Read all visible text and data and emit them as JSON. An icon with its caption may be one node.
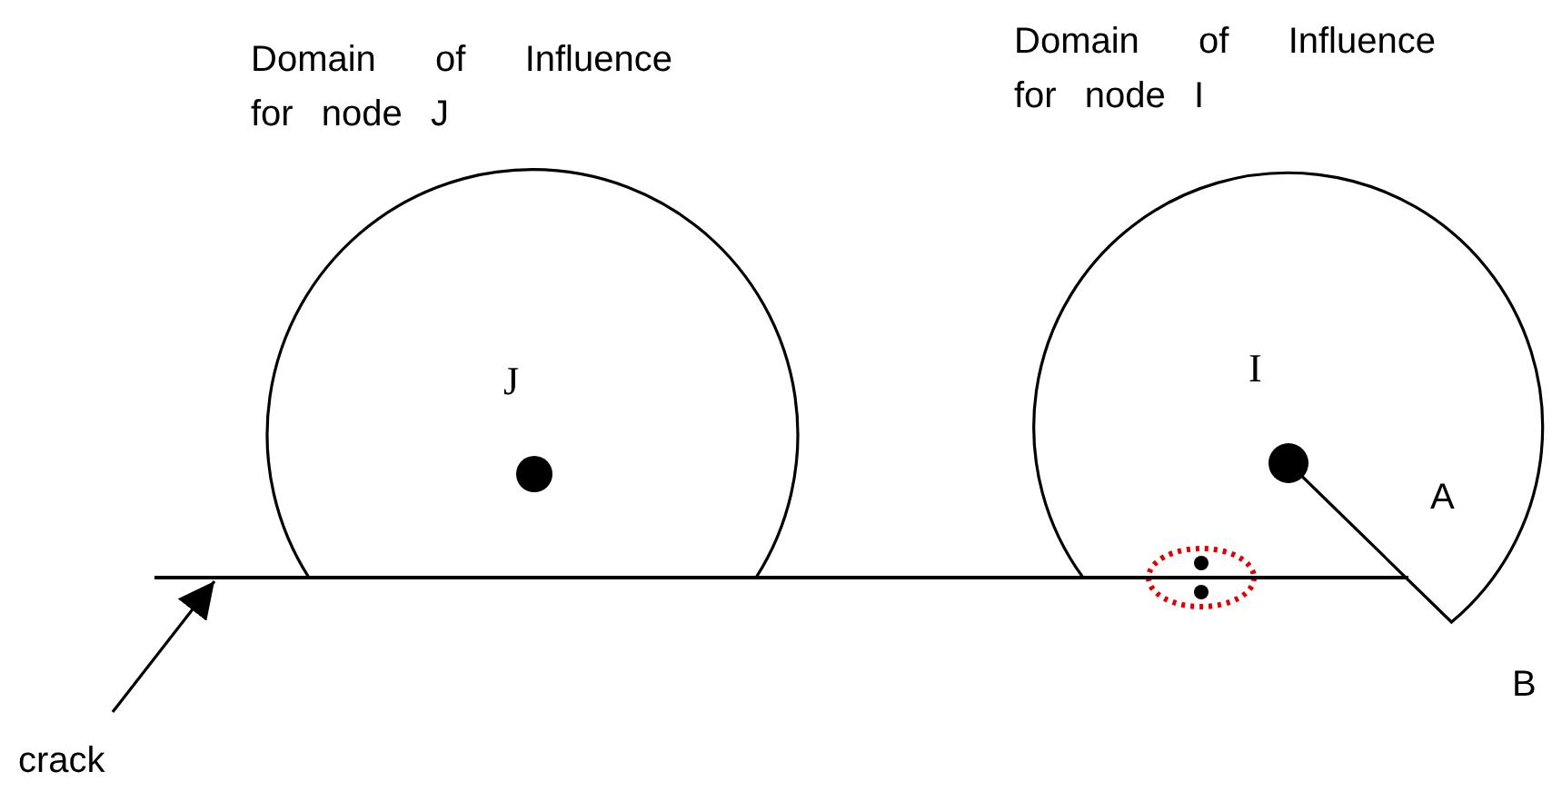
{
  "diagram": {
    "nodes": [
      {
        "text": [
          "J"
        ],
        "beside": [
          "Domain of Influence for node J"
        ]
      },
      {
        "text": [
          "I"
        ],
        "beside": [
          "Domain of Influence for node I"
        ]
      },
      {
        "text": [
          "crack"
        ]
      },
      {
        "text": [],
        "shape": "line"
      }
    ],
    "edges": [
      {
        "from": 2,
        "to": 3,
        "arrow": "to"
      }
    ],
    "labels": [
      "A",
      "B"
    ]
  }
}
